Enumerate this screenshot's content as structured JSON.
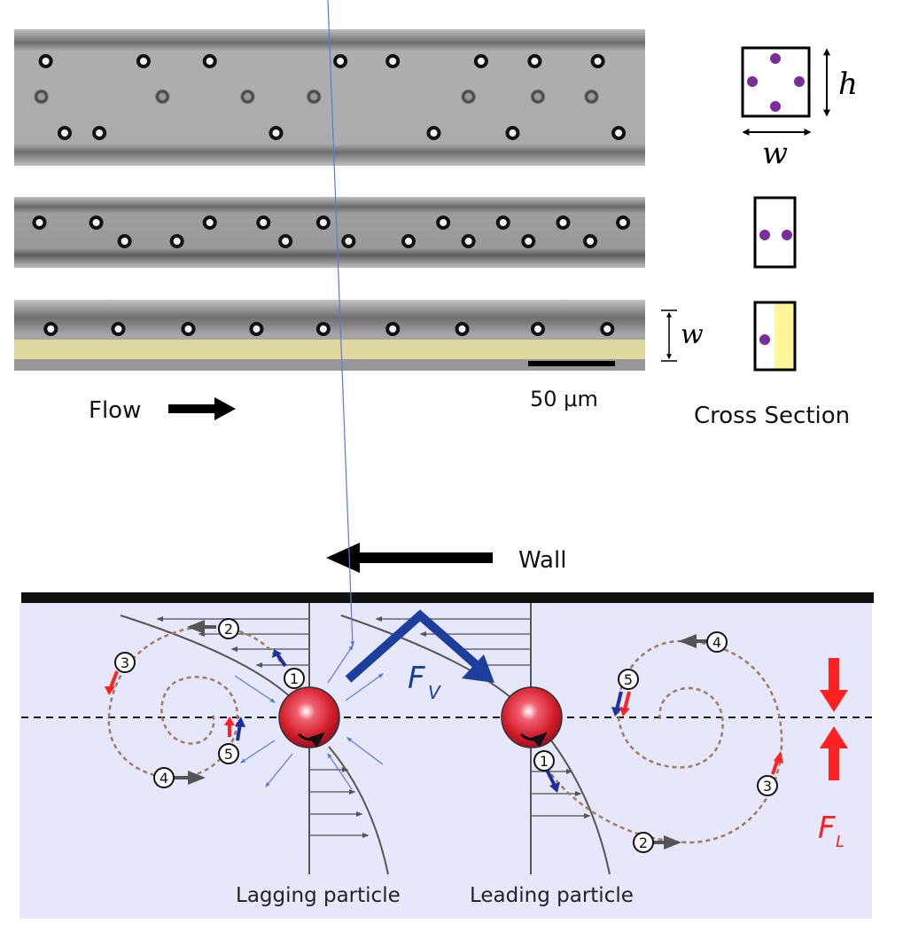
{
  "panel_a": {
    "channels": [
      {
        "id": "square",
        "particles_top": [
          0.05,
          0.205,
          0.31,
          0.517,
          0.6,
          0.74,
          0.825,
          0.925
        ],
        "particles_mid": [
          0.043,
          0.235,
          0.37,
          0.475,
          0.72,
          0.83,
          0.915
        ],
        "particles_bot": [
          0.08,
          0.135,
          0.415,
          0.665,
          0.79,
          0.958
        ],
        "cross_section_dots": 4
      },
      {
        "id": "rectangular",
        "particles_top": [
          0.04,
          0.13,
          0.31,
          0.395,
          0.49,
          0.68,
          0.775,
          0.87,
          0.965
        ],
        "particles_bot": [
          0.175,
          0.258,
          0.43,
          0.53,
          0.625,
          0.72,
          0.815,
          0.913
        ],
        "cross_section_dots": 2
      },
      {
        "id": "rectangular-half",
        "particles": [
          0.058,
          0.165,
          0.276,
          0.384,
          0.49,
          0.6,
          0.71,
          0.83,
          0.94
        ],
        "cross_section_dots": 1
      }
    ],
    "flow_label": "Flow",
    "scale_bar_label": "50 μm",
    "cross_section_label": "Cross Section",
    "dim_h": "h",
    "dim_w": "w",
    "dim_w_channel": "w"
  },
  "panel_b": {
    "wall_label": "Wall",
    "fv_label": "F",
    "fv_sub": "V",
    "fl_label": "F",
    "fl_sub": "L",
    "lagging_label": "Lagging particle",
    "leading_label": "Leading particle",
    "step_labels": [
      "1",
      "2",
      "3",
      "4",
      "5"
    ]
  },
  "colors": {
    "channel_bg": "#a9a9a9",
    "yellow_overlay": "#e8e0a0",
    "cross_dot": "#7b2d9e",
    "diagram_bg": "#e6e7fb",
    "particle_red": "#d9202e",
    "fv_blue": "#1c3f9e",
    "fl_red": "#ff2020",
    "spiral_brown": "#a07b5e",
    "arrow_gray": "#555555"
  }
}
